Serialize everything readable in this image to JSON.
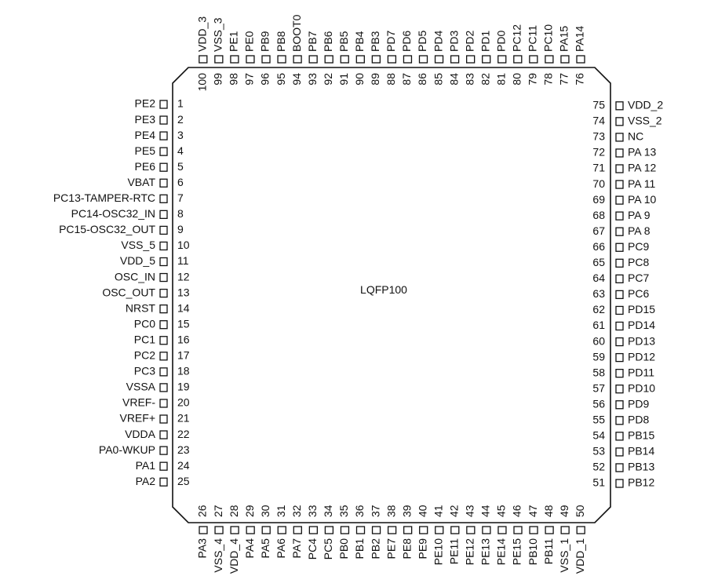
{
  "package": {
    "name": "LQFP100"
  },
  "pins": {
    "left": [
      {
        "num": "1",
        "name": "PE2"
      },
      {
        "num": "2",
        "name": "PE3"
      },
      {
        "num": "3",
        "name": "PE4"
      },
      {
        "num": "4",
        "name": "PE5"
      },
      {
        "num": "5",
        "name": "PE6"
      },
      {
        "num": "6",
        "name": "VBAT"
      },
      {
        "num": "7",
        "name": "PC13-TAMPER-RTC"
      },
      {
        "num": "8",
        "name": "PC14-OSC32_IN"
      },
      {
        "num": "9",
        "name": "PC15-OSC32_OUT"
      },
      {
        "num": "10",
        "name": "VSS_5"
      },
      {
        "num": "11",
        "name": "VDD_5"
      },
      {
        "num": "12",
        "name": "OSC_IN"
      },
      {
        "num": "13",
        "name": "OSC_OUT"
      },
      {
        "num": "14",
        "name": "NRST"
      },
      {
        "num": "15",
        "name": "PC0"
      },
      {
        "num": "16",
        "name": "PC1"
      },
      {
        "num": "17",
        "name": "PC2"
      },
      {
        "num": "18",
        "name": "PC3"
      },
      {
        "num": "19",
        "name": "VSSA"
      },
      {
        "num": "20",
        "name": "VREF-"
      },
      {
        "num": "21",
        "name": "VREF+"
      },
      {
        "num": "22",
        "name": "VDDA"
      },
      {
        "num": "23",
        "name": "PA0-WKUP"
      },
      {
        "num": "24",
        "name": "PA1"
      },
      {
        "num": "25",
        "name": "PA2"
      }
    ],
    "bottom": [
      {
        "num": "26",
        "name": "PA3"
      },
      {
        "num": "27",
        "name": "VSS_4"
      },
      {
        "num": "28",
        "name": "VDD_4"
      },
      {
        "num": "29",
        "name": "PA4"
      },
      {
        "num": "30",
        "name": "PA5"
      },
      {
        "num": "31",
        "name": "PA6"
      },
      {
        "num": "32",
        "name": "PA7"
      },
      {
        "num": "33",
        "name": "PC4"
      },
      {
        "num": "34",
        "name": "PC5"
      },
      {
        "num": "35",
        "name": "PB0"
      },
      {
        "num": "36",
        "name": "PB1"
      },
      {
        "num": "37",
        "name": "PB2"
      },
      {
        "num": "38",
        "name": "PE7"
      },
      {
        "num": "39",
        "name": "PE8"
      },
      {
        "num": "40",
        "name": "PE9"
      },
      {
        "num": "41",
        "name": "PE10"
      },
      {
        "num": "42",
        "name": "PE11"
      },
      {
        "num": "43",
        "name": "PE12"
      },
      {
        "num": "44",
        "name": "PE13"
      },
      {
        "num": "45",
        "name": "PE14"
      },
      {
        "num": "46",
        "name": "PE15"
      },
      {
        "num": "47",
        "name": "PB10"
      },
      {
        "num": "48",
        "name": "PB11"
      },
      {
        "num": "49",
        "name": "VSS_1"
      },
      {
        "num": "50",
        "name": "VDD_1"
      }
    ],
    "right": [
      {
        "num": "51",
        "name": "PB12"
      },
      {
        "num": "52",
        "name": "PB13"
      },
      {
        "num": "53",
        "name": "PB14"
      },
      {
        "num": "54",
        "name": "PB15"
      },
      {
        "num": "55",
        "name": "PD8"
      },
      {
        "num": "56",
        "name": "PD9"
      },
      {
        "num": "57",
        "name": "PD10"
      },
      {
        "num": "58",
        "name": "PD11"
      },
      {
        "num": "59",
        "name": "PD12"
      },
      {
        "num": "60",
        "name": "PD13"
      },
      {
        "num": "61",
        "name": "PD14"
      },
      {
        "num": "62",
        "name": "PD15"
      },
      {
        "num": "63",
        "name": "PC6"
      },
      {
        "num": "64",
        "name": "PC7"
      },
      {
        "num": "65",
        "name": "PC8"
      },
      {
        "num": "66",
        "name": "PC9"
      },
      {
        "num": "67",
        "name": "PA 8"
      },
      {
        "num": "68",
        "name": "PA 9"
      },
      {
        "num": "69",
        "name": "PA 10"
      },
      {
        "num": "70",
        "name": "PA 11"
      },
      {
        "num": "71",
        "name": "PA 12"
      },
      {
        "num": "72",
        "name": "PA 13"
      },
      {
        "num": "73",
        "name": "NC"
      },
      {
        "num": "74",
        "name": "VSS_2"
      },
      {
        "num": "75",
        "name": "VDD_2"
      }
    ],
    "top": [
      {
        "num": "76",
        "name": "PA14"
      },
      {
        "num": "77",
        "name": "PA15"
      },
      {
        "num": "78",
        "name": "PC10"
      },
      {
        "num": "79",
        "name": "PC11"
      },
      {
        "num": "80",
        "name": "PC12"
      },
      {
        "num": "81",
        "name": "PD0"
      },
      {
        "num": "82",
        "name": "PD1"
      },
      {
        "num": "83",
        "name": "PD2"
      },
      {
        "num": "84",
        "name": "PD3"
      },
      {
        "num": "85",
        "name": "PD4"
      },
      {
        "num": "86",
        "name": "PD5"
      },
      {
        "num": "87",
        "name": "PD6"
      },
      {
        "num": "88",
        "name": "PD7"
      },
      {
        "num": "89",
        "name": "PB3"
      },
      {
        "num": "90",
        "name": "PB4"
      },
      {
        "num": "91",
        "name": "PB5"
      },
      {
        "num": "92",
        "name": "PB6"
      },
      {
        "num": "93",
        "name": "PB7"
      },
      {
        "num": "94",
        "name": "BOOT0"
      },
      {
        "num": "95",
        "name": "PB8"
      },
      {
        "num": "96",
        "name": "PB9"
      },
      {
        "num": "97",
        "name": "PE0"
      },
      {
        "num": "98",
        "name": "PE1"
      },
      {
        "num": "99",
        "name": "VSS_3"
      },
      {
        "num": "100",
        "name": "VDD_3"
      }
    ]
  }
}
